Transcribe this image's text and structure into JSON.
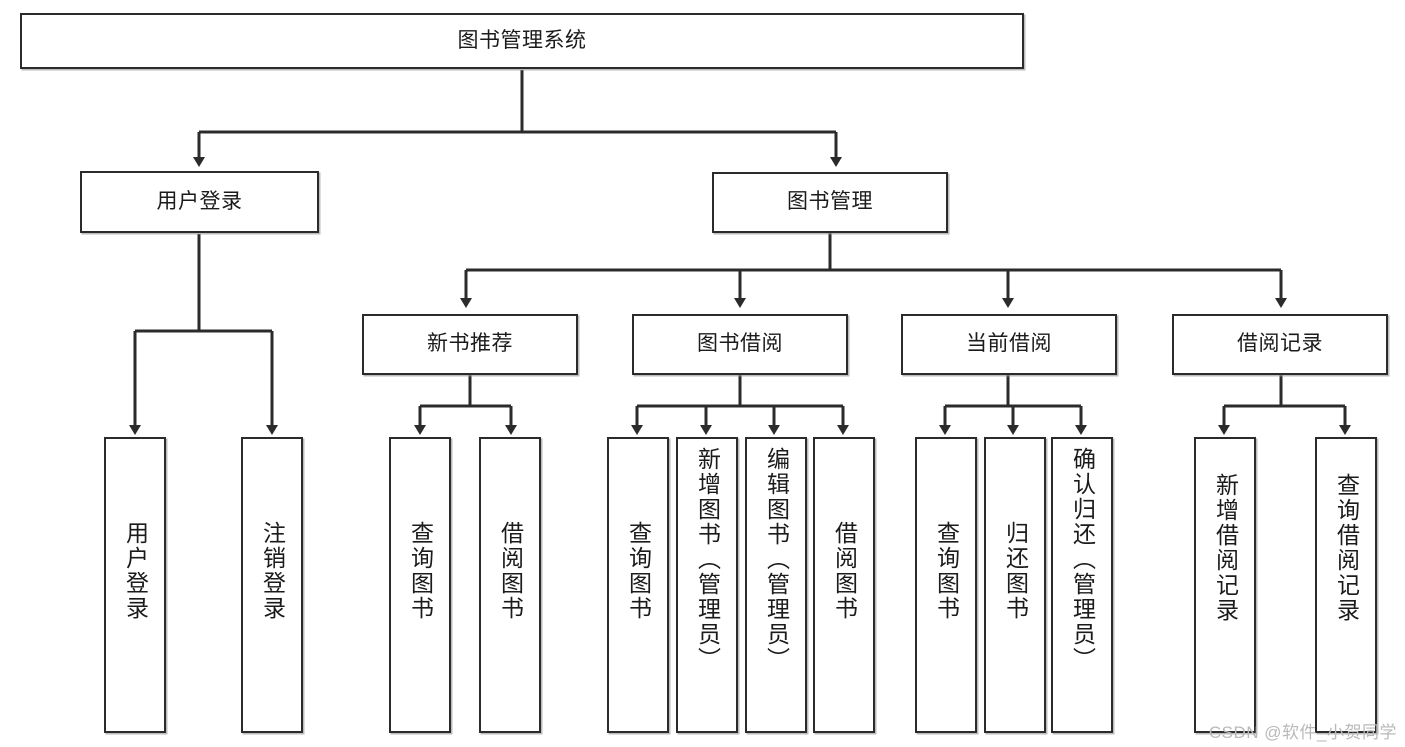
{
  "diagram": {
    "type": "tree-hierarchy",
    "title": "图书管理系统",
    "watermark": "CSDN @软件_小贺同学",
    "colors": {
      "box_border": "#2b2b2b",
      "box_fill": "#ffffff",
      "connector": "#2b2b2b",
      "watermark": "#b9b9b9"
    },
    "levels": {
      "root": {
        "label": "图书管理系统"
      },
      "level2": [
        {
          "label": "用户登录"
        },
        {
          "label": "图书管理"
        }
      ],
      "level3": [
        {
          "label": "新书推荐"
        },
        {
          "label": "图书借阅"
        },
        {
          "label": "当前借阅"
        },
        {
          "label": "借阅记录"
        }
      ],
      "leaves": {
        "user_login": [
          {
            "label": "用户登录"
          },
          {
            "label": "注销登录"
          }
        ],
        "new_book_recommend": [
          {
            "label": "查询图书"
          },
          {
            "label": "借阅图书"
          }
        ],
        "book_borrow": [
          {
            "label": "查询图书"
          },
          {
            "label": "新增图书（管理员）"
          },
          {
            "label": "编辑图书（管理员）"
          },
          {
            "label": "借阅图书"
          }
        ],
        "current_borrow": [
          {
            "label": "查询图书"
          },
          {
            "label": "归还图书"
          },
          {
            "label": "确认归还（管理员）"
          }
        ],
        "borrow_record": [
          {
            "label": "新增借阅记录"
          },
          {
            "label": "查询借阅记录"
          }
        ]
      }
    }
  }
}
